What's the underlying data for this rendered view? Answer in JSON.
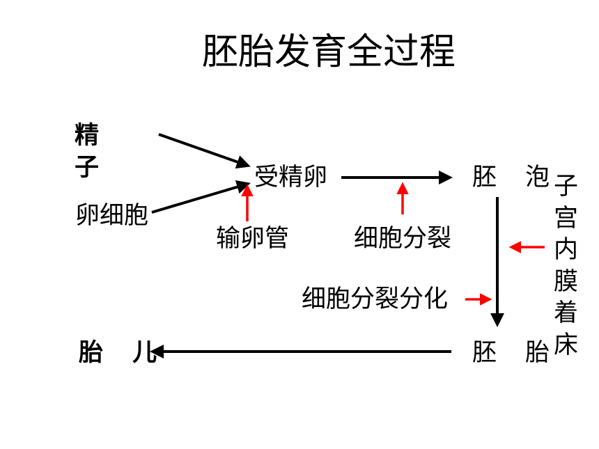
{
  "title": "胚胎发育全过程",
  "nodes": {
    "sperm": "精子",
    "egg": "卵细胞",
    "zygote": "受精卵",
    "blastocyst": "胚 泡",
    "embryo": "胚 胎",
    "fetus": "胎 儿"
  },
  "annotations": {
    "oviduct": "输卵管",
    "cell_division": "细胞分裂",
    "implantation": "子宫内膜着床",
    "division_differentiation": "细胞分裂分化"
  },
  "colors": {
    "background": "#ffffff",
    "text": "#000000",
    "flow_arrow": "#000000",
    "pointer_arrow": "#ff0000"
  }
}
